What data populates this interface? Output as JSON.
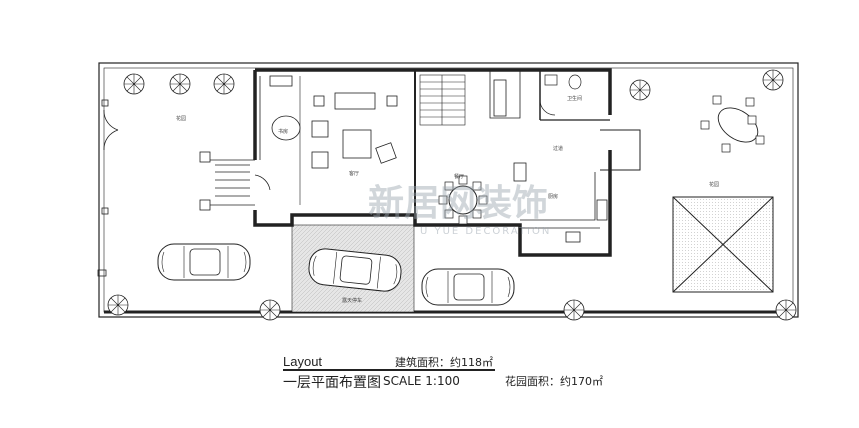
{
  "plan": {
    "room_labels": {
      "front_garden": "花园",
      "living_room": "客厅",
      "study": "书房",
      "dining": "餐厅",
      "kitchen": "厨房",
      "corridor": "过道",
      "bathroom": "卫生间",
      "back_garden": "花园",
      "parking": "露天停车"
    },
    "watermark": {
      "cn": "新居网装饰",
      "en": "U YUE DECORATION"
    }
  },
  "caption": {
    "layout_label": "Layout",
    "title": "一层平面布置图",
    "scale": "SCALE   1:100",
    "building_area": "建筑面积：约118㎡",
    "garden_area": "花园面积：约170㎡"
  },
  "colors": {
    "line": "#222222",
    "parking_hatch": "#d9d9d9"
  }
}
